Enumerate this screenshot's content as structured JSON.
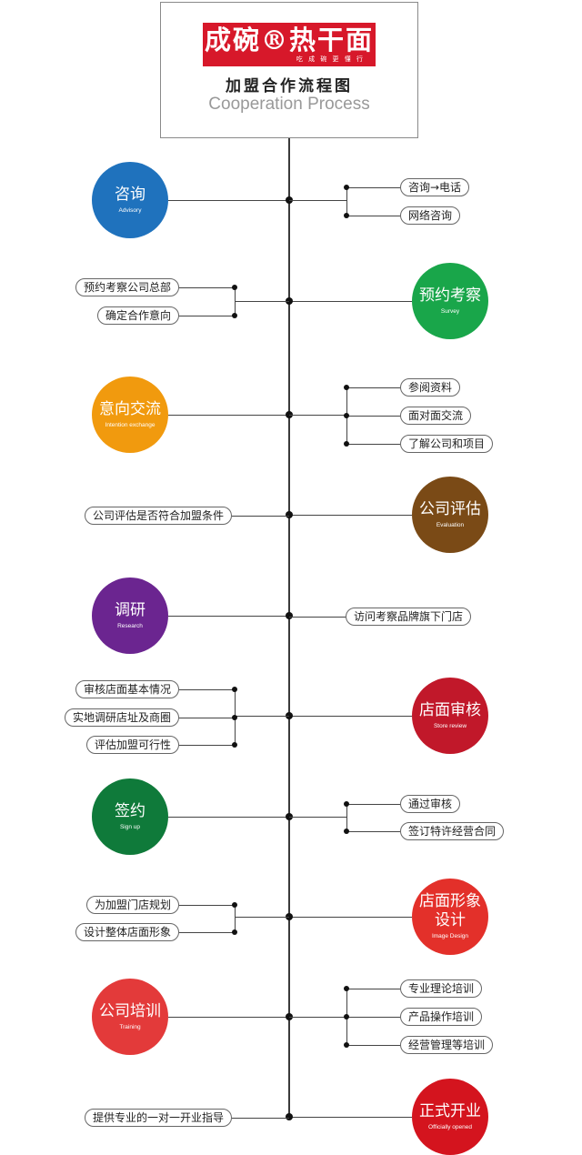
{
  "header": {
    "brand": "成碗®热干面",
    "slogan": "吃 成 碗 更 懂 行",
    "title_cn": "加盟合作流程图",
    "title_en": "Cooperation Process"
  },
  "steps": [
    {
      "cn": "咨询",
      "en": "Advisory",
      "color": "#1f72bd",
      "items": [
        "咨询→电话",
        "网络咨询"
      ]
    },
    {
      "cn": "预约考察",
      "en": "Survey",
      "color": "#19a64a",
      "items": [
        "预约考察公司总部",
        "确定合作意向"
      ]
    },
    {
      "cn": "意向交流",
      "en": "Intention exchange",
      "color": "#f19a0e",
      "items": [
        "参阅资料",
        "面对面交流",
        "了解公司和项目"
      ]
    },
    {
      "cn": "公司评估",
      "en": "Evaluation",
      "color": "#7a4a16",
      "items": [
        "公司评估是否符合加盟条件"
      ]
    },
    {
      "cn": "调研",
      "en": "Research",
      "color": "#6b2590",
      "items": [
        "访问考察品牌旗下门店"
      ]
    },
    {
      "cn": "店面审核",
      "en": "Store review",
      "color": "#c1182a",
      "items": [
        "审核店面基本情况",
        "实地调研店址及商圈",
        "评估加盟可行性"
      ]
    },
    {
      "cn": "签约",
      "en": "Sign up",
      "color": "#0f7a3a",
      "items": [
        "通过审核",
        "签订特许经营合同"
      ]
    },
    {
      "cn": "店面形象设计",
      "en": "Image Design",
      "color": "#e3302a",
      "items": [
        "为加盟门店规划",
        "设计整体店面形象"
      ]
    },
    {
      "cn": "公司培训",
      "en": "Training",
      "color": "#e33a3a",
      "items": [
        "专业理论培训",
        "产品操作培训",
        "经营管理等培训"
      ]
    },
    {
      "cn": "正式开业",
      "en": "Officially opened",
      "color": "#d4141e",
      "items": [
        "提供专业的一对一开业指导"
      ]
    }
  ]
}
